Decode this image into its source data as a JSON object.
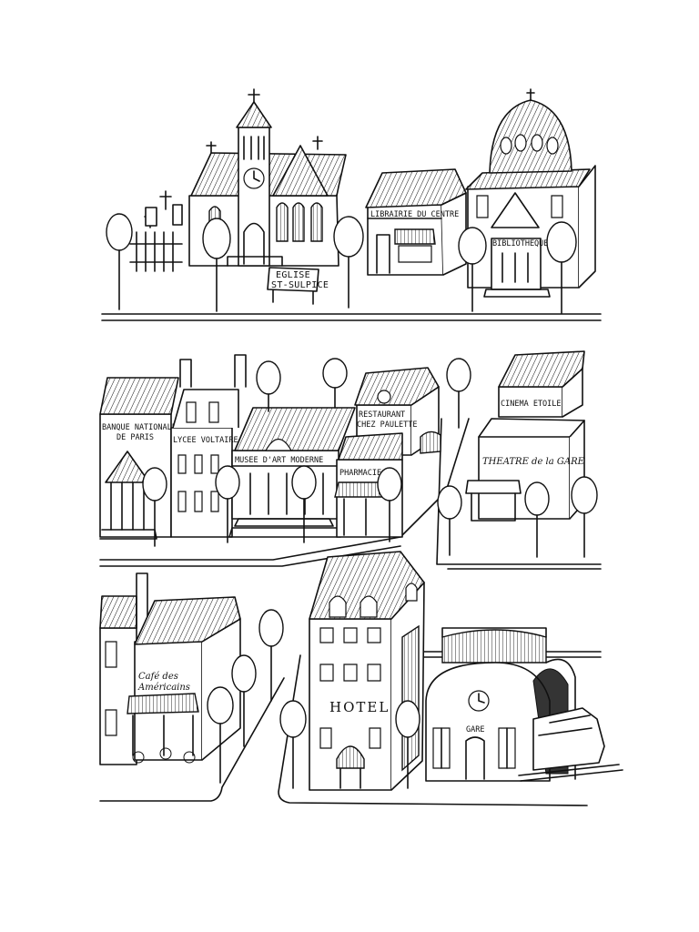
{
  "signs": {
    "eglise": [
      "EGLISE",
      "ST-SULPICE"
    ],
    "librairie": "LIBRAIRIE DU CENTRE",
    "bibliotheque": "BIBLIOTHEQUE",
    "banque": [
      "BANQUE NATIONALE",
      "DE PARIS"
    ],
    "lycee": "LYCEE VOLTAIRE",
    "musee": "MUSEE D'ART MODERNE",
    "restaurant": [
      "RESTAURANT",
      "CHEZ PAULETTE"
    ],
    "pharmacie": "PHARMACIE",
    "cinema": "CINEMA ETOILE",
    "theatre": "THEATRE de la GARE",
    "cafe": [
      "Café des",
      "Américains"
    ],
    "hotel": "HOTEL",
    "gare": "GARE"
  }
}
